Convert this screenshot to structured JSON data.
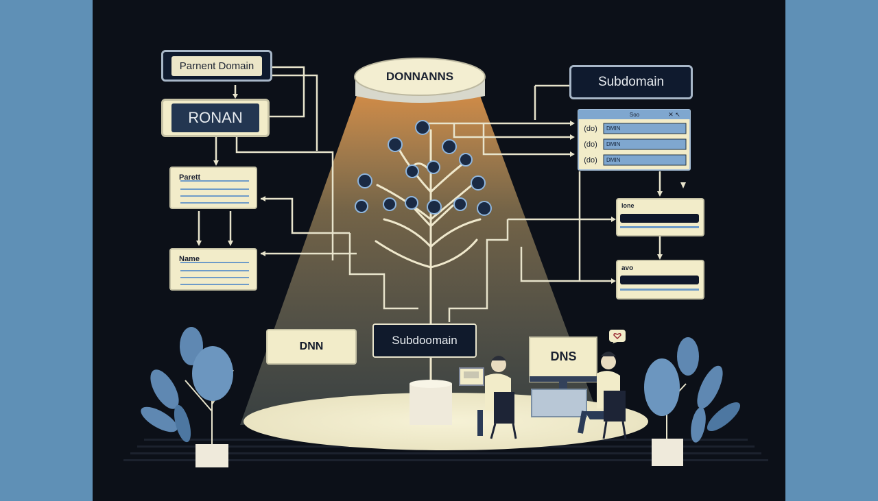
{
  "labels": {
    "parent_domain": "Parnent Domain",
    "ronan": "RONAN",
    "donnanns": "DONNANNS",
    "subdomain_top": "Subdomain",
    "parent_card": "Parett",
    "name_card": "Name",
    "dnn": "DNN",
    "subdomain_mid": "Subdoomain",
    "dns_screen": "DNS",
    "window_title": "Soo",
    "row_label_1": "(do)",
    "row_label_2": "(do)",
    "row_label_3": "(do)",
    "row_value_1": "DMIN",
    "row_value_2": "DMIN",
    "row_value_3": "DMIN",
    "right_card_1": "lone",
    "right_card_2": "avo"
  },
  "colors": {
    "background": "#0c1018",
    "side_panels": "#5f90b6",
    "cream": "#f2ecc9",
    "dark_box": "#101a2c",
    "node": "#1a2a44",
    "spotlight": "#e8c07a"
  },
  "icons": [
    "tree-icon",
    "person-icon",
    "monitor-icon",
    "plant-icon",
    "heart-icon"
  ]
}
